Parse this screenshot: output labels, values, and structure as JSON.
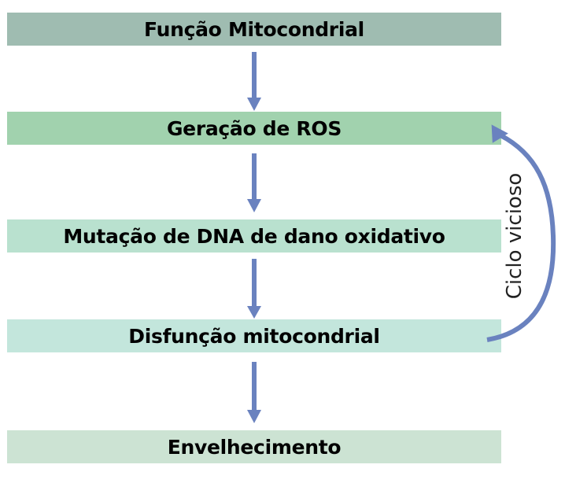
{
  "diagram": {
    "steps": [
      {
        "label": "Função Mitocondrial"
      },
      {
        "label": "Geração de ROS"
      },
      {
        "label": "Mutação de DNA de dano oxidativo"
      },
      {
        "label": "Disfunção mitocondrial"
      },
      {
        "label": "Envelhecimento"
      }
    ],
    "feedback_loop": {
      "label": "Ciclo vicioso",
      "from": "Disfunção mitocondrial",
      "to": "Geração de ROS"
    },
    "colors": {
      "arrow": "#6a82bf",
      "step1": "#9fbcb1",
      "step2": "#a1d2ae",
      "step3": "#b9e1cf",
      "step4": "#c3e6dc",
      "step5": "#cce3d3"
    }
  }
}
